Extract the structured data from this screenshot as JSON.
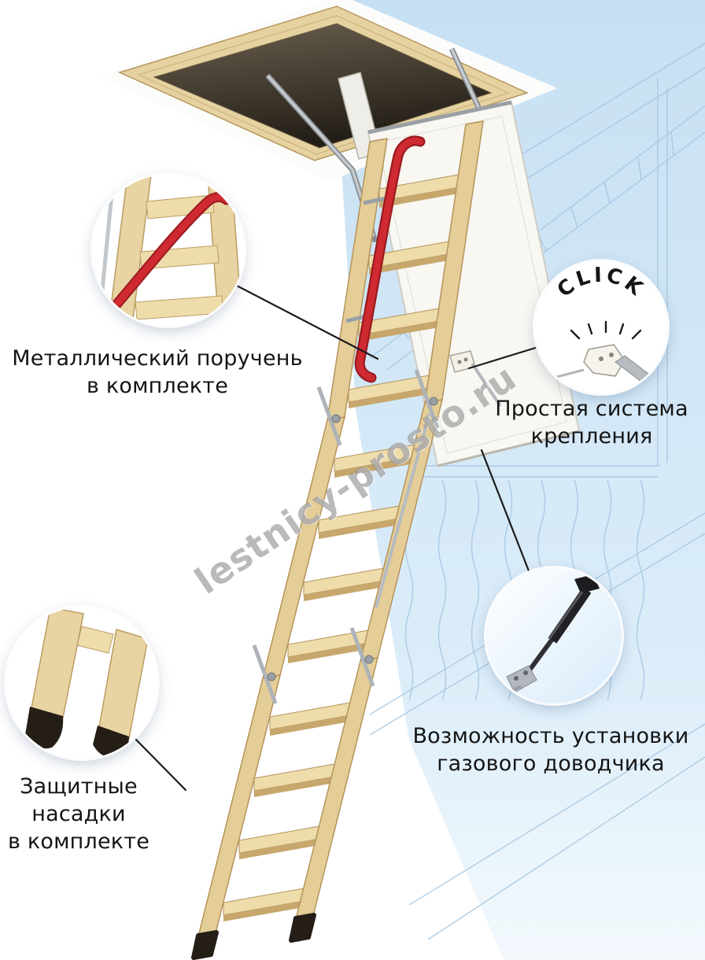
{
  "watermark": "lestnicy-prosto.ru",
  "callouts": {
    "handrail": {
      "line1": "Металлический поручень",
      "line2": "в комплекте"
    },
    "fastening": {
      "line1": "Простая система",
      "line2": "крепления",
      "inset_text": "CLICK"
    },
    "gas_closer": {
      "line1": "Возможность установки",
      "line2": "газового доводчика"
    },
    "protective_caps": {
      "line1": "Защитные",
      "line2": "насадки",
      "line3": "в комплекте"
    }
  },
  "colors": {
    "handrail_red": "#c4242b",
    "wood": "#e8d4a2",
    "background_blue": "#cfe4f4",
    "blueprint_line": "#a4c6e2",
    "cap_black": "#241e16"
  }
}
